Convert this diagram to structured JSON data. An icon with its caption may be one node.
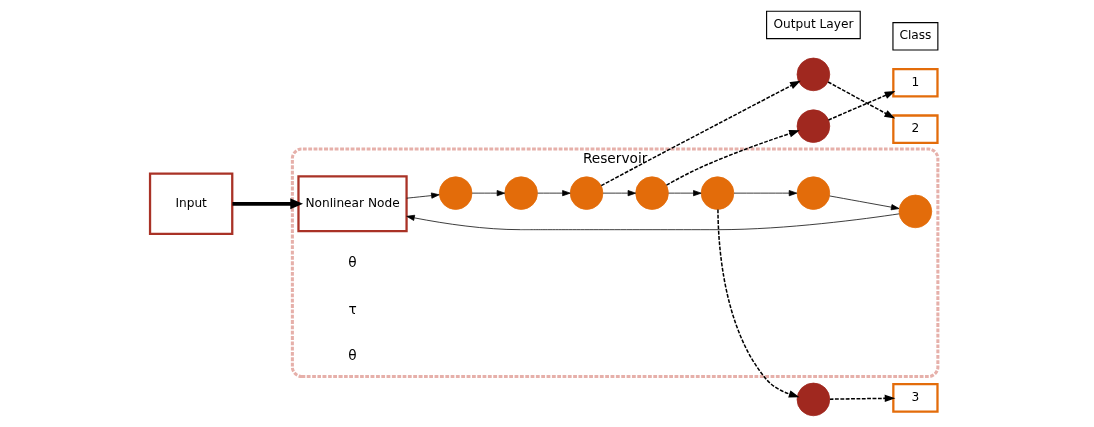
{
  "diagram": {
    "nodes": [
      {
        "text": [
          "Reservoir"
        ]
      },
      {
        "text": [
          "Input"
        ]
      },
      {
        "text": [
          "Nonlinear Node"
        ],
        "in": 0
      },
      {
        "text": [],
        "shape": "circle",
        "in": 0
      },
      {
        "text": [],
        "shape": "circle",
        "in": 0
      },
      {
        "text": [],
        "shape": "circle",
        "in": 0
      },
      {
        "text": [],
        "shape": "circle",
        "in": 0
      },
      {
        "text": [],
        "shape": "circle",
        "in": 0
      },
      {
        "text": [],
        "shape": "circle",
        "in": 0
      },
      {
        "text": [],
        "shape": "circle",
        "in": 0
      },
      {
        "text": [
          "Output Layer"
        ]
      },
      {
        "text": [
          "Class"
        ]
      },
      {
        "text": [],
        "shape": "circle"
      },
      {
        "text": [],
        "shape": "circle"
      },
      {
        "text": [],
        "shape": "circle"
      },
      {
        "text": [
          "1"
        ]
      },
      {
        "text": [
          "2"
        ]
      },
      {
        "text": [
          "3"
        ]
      }
    ],
    "edges": [
      {
        "from": 1,
        "to": 2,
        "arrow": "to",
        "style": "thick"
      },
      {
        "from": 2,
        "to": 3,
        "arrow": "to"
      },
      {
        "from": 3,
        "to": 4,
        "arrow": "to"
      },
      {
        "from": 4,
        "to": 5,
        "arrow": "to"
      },
      {
        "from": 5,
        "to": 6,
        "arrow": "to"
      },
      {
        "from": 6,
        "to": 7,
        "arrow": "to"
      },
      {
        "from": 7,
        "to": 8,
        "arrow": "to"
      },
      {
        "from": 8,
        "to": 9,
        "arrow": "to"
      },
      {
        "from": 9,
        "to": 2,
        "arrow": "to"
      },
      {
        "from": 5,
        "to": 12,
        "arrow": "to",
        "style": "dashed"
      },
      {
        "from": 6,
        "to": 13,
        "arrow": "to",
        "style": "dashed"
      },
      {
        "from": 7,
        "to": 14,
        "arrow": "to",
        "style": "dashed"
      },
      {
        "from": 12,
        "to": 16,
        "arrow": "to",
        "style": "dashed"
      },
      {
        "from": 13,
        "to": 15,
        "arrow": "to",
        "style": "dashed"
      },
      {
        "from": 14,
        "to": 17,
        "arrow": "to",
        "style": "dashed"
      }
    ],
    "labels": [
      "θ",
      "τ",
      "θ"
    ]
  }
}
